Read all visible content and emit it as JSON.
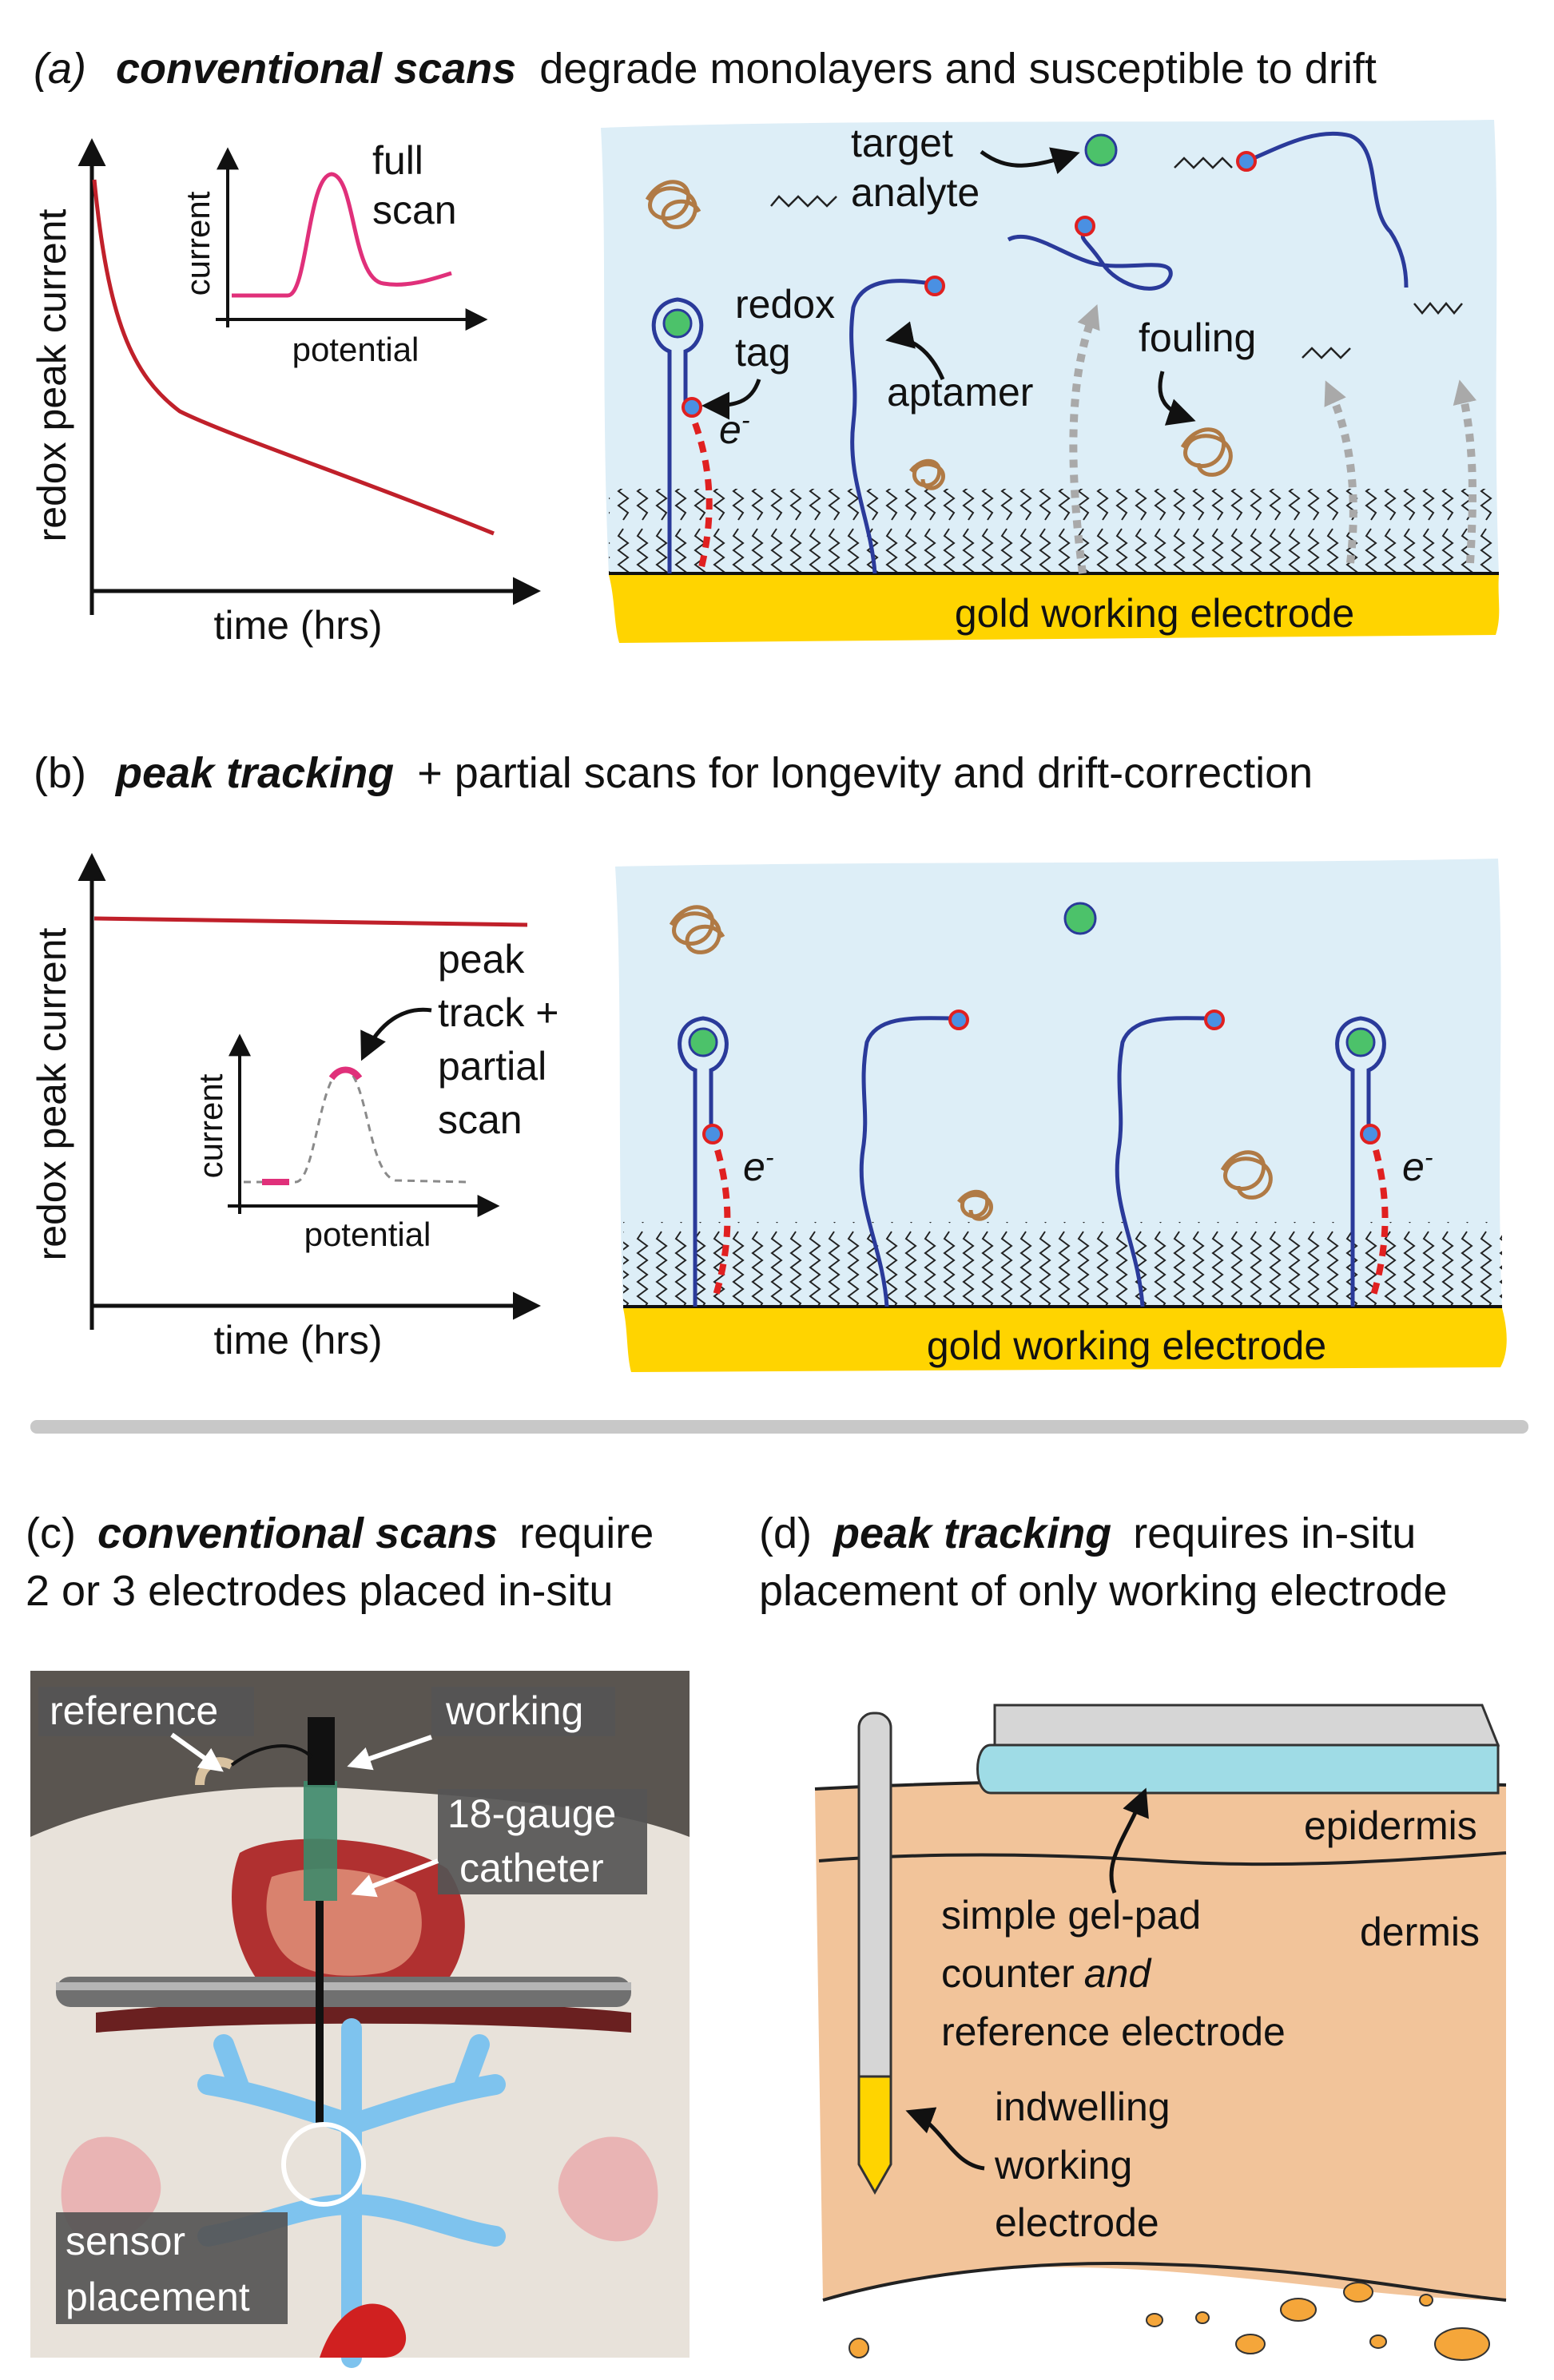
{
  "panel_a": {
    "heading_letter": "(a)",
    "heading_bold": "conventional scans",
    "heading_rest": "degrade monolayers and susceptible to drift",
    "y_axis": "redox peak current",
    "x_axis": "time (hrs)",
    "inset_y": "current",
    "inset_x": "potential",
    "inset_label_1": "full",
    "inset_label_2": "scan",
    "target_1": "target",
    "target_2": "analyte",
    "redox_1": "redox",
    "redox_2": "tag",
    "aptamer": "aptamer",
    "fouling": "fouling",
    "electron": "e",
    "electron_sup": "-",
    "electrode": "gold working electrode"
  },
  "panel_b": {
    "heading_letter": "(b)",
    "heading_bold": "peak tracking",
    "heading_rest": "+ partial scans for longevity and drift-correction",
    "y_axis": "redox peak current",
    "x_axis": "time (hrs)",
    "inset_y": "current",
    "inset_x": "potential",
    "peak_1": "peak",
    "peak_2": "track +",
    "peak_3": "partial",
    "peak_4": "scan",
    "electron": "e",
    "electron_sup": "-",
    "electrode": "gold working electrode"
  },
  "panel_c": {
    "heading_letter": "(c)",
    "heading_bold": "conventional scans",
    "heading_rest": "require",
    "heading_line2": "2 or 3 electrodes placed in-situ",
    "reference": "reference",
    "working": "working",
    "catheter_1": "18-gauge",
    "catheter_2": "catheter",
    "sensor_1": "sensor",
    "sensor_2": "placement"
  },
  "panel_d": {
    "heading_letter": "(d)",
    "heading_bold": "peak tracking",
    "heading_rest": "requires in-situ",
    "heading_line2": "placement of only working electrode",
    "epidermis": "epidermis",
    "dermis": "dermis",
    "gel_1": "simple gel-pad",
    "gel_2a": "counter",
    "gel_2b": "and",
    "gel_3": "reference electrode",
    "indw_1": "indwelling",
    "indw_2": "working",
    "indw_3": "electrode"
  },
  "colors": {
    "decay_line": "#c0202a",
    "scan_curve": "#e0307a",
    "aptamer": "#2a3a9a",
    "target": "#4cc26a",
    "gold": "#ffd400",
    "solution": "#ddeef7",
    "fouling": "#b07a45",
    "skin": "#f2c49a",
    "gel": "#9fdce6",
    "vessel": "#7ec3ee"
  }
}
